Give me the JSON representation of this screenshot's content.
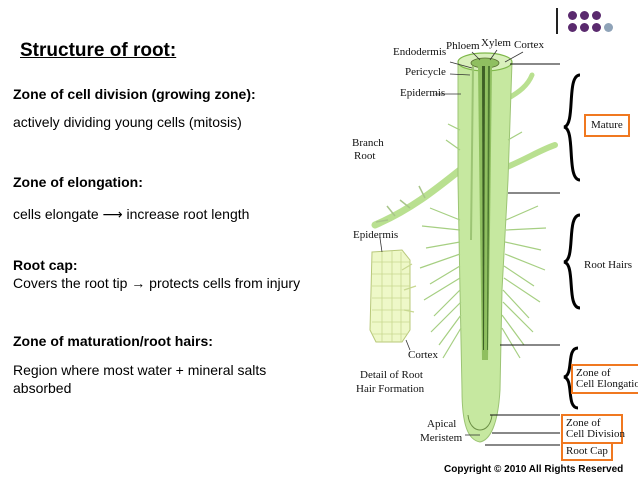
{
  "slide": {
    "title": "Structure of root:",
    "sections": [
      {
        "heading": "Zone of cell division (growing zone):",
        "text": "actively dividing young cells (mitosis)"
      },
      {
        "heading": "Zone of elongation:",
        "text": "cells elongate ⟶ increase root length"
      },
      {
        "heading": "Root cap:",
        "text": "Covers the root tip → protects cells from injury"
      },
      {
        "heading": "Zone of maturation/root hairs:",
        "text_line1": "Region where most water + mineral salts",
        "text_line2": "absorbed"
      }
    ],
    "copyright": "Copyright © 2010 All Rights Reserved"
  },
  "diagram": {
    "labels": {
      "endodermis": "Endodermis",
      "phloem": "Phloem",
      "xylem": "Xylem",
      "cortex": "Cortex",
      "pericycle": "Pericycle",
      "epidermis": "Epidermis",
      "branch_root_1": "Branch",
      "branch_root_2": "Root",
      "detail_epidermis": "Epidermis",
      "detail_cortex": "Cortex",
      "detail_line1": "Detail of Root",
      "detail_line2": "Hair Formation",
      "apical_1": "Apical",
      "apical_2": "Meristem"
    },
    "zones": {
      "mature": "Mature",
      "root_hairs": "Root Hairs",
      "elongation_1": "Zone of",
      "elongation_2": "Cell Elongation",
      "division_1": "Zone of",
      "division_2": "Cell Division",
      "root_cap": "Root Cap"
    },
    "colors": {
      "root_fill": "#c6e8a0",
      "root_dark": "#7fb84a",
      "highlight_box": "#f07820",
      "dots": "#5a2a6e"
    }
  }
}
